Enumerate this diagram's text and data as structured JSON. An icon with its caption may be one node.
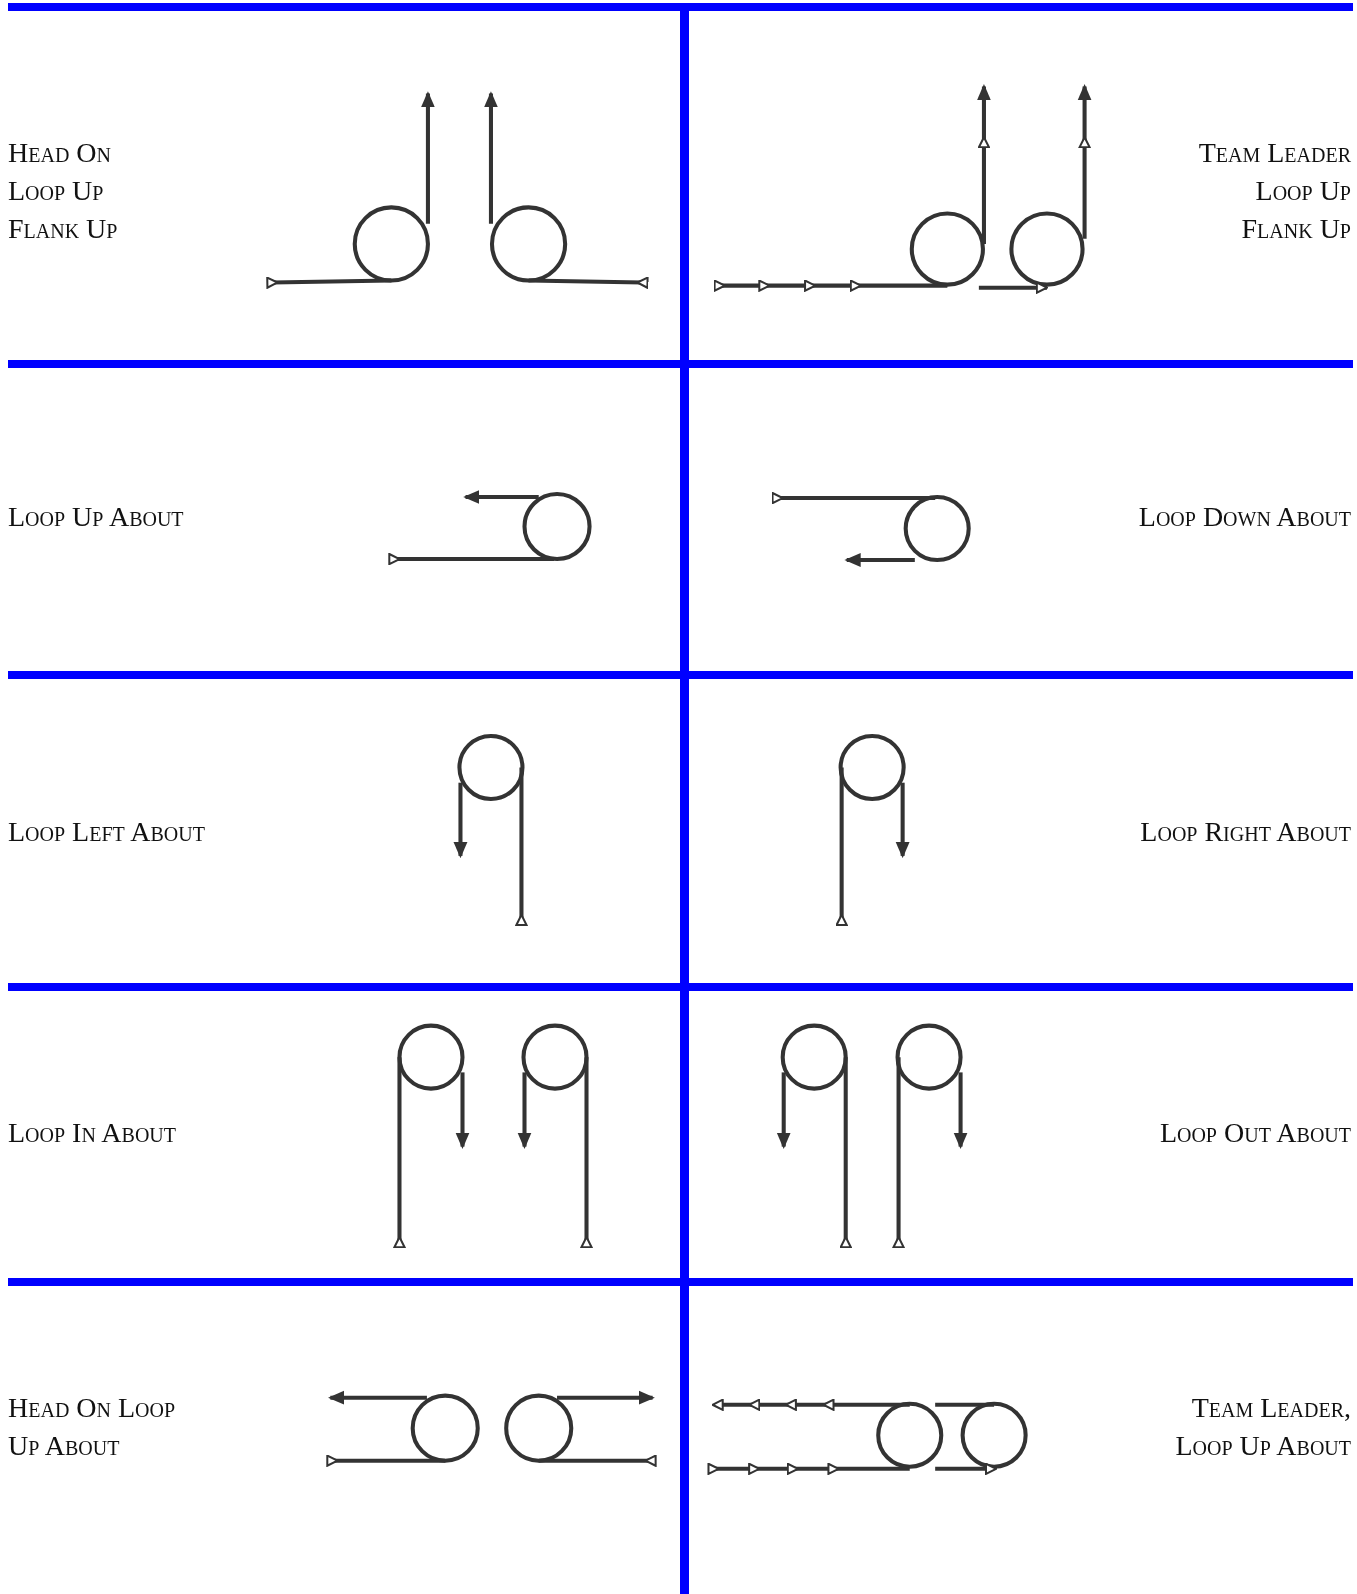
{
  "diagram": {
    "labels": [
      "Head On Loop Up Flank Up",
      "Team Leader Loop Up Flank Up",
      "Loop Up About",
      "Loop Down About",
      "Loop Left About",
      "Loop Right About",
      "Loop In About",
      "Loop Out About",
      "Head On Loop Up About",
      "Team Leader, Loop Up About"
    ]
  }
}
